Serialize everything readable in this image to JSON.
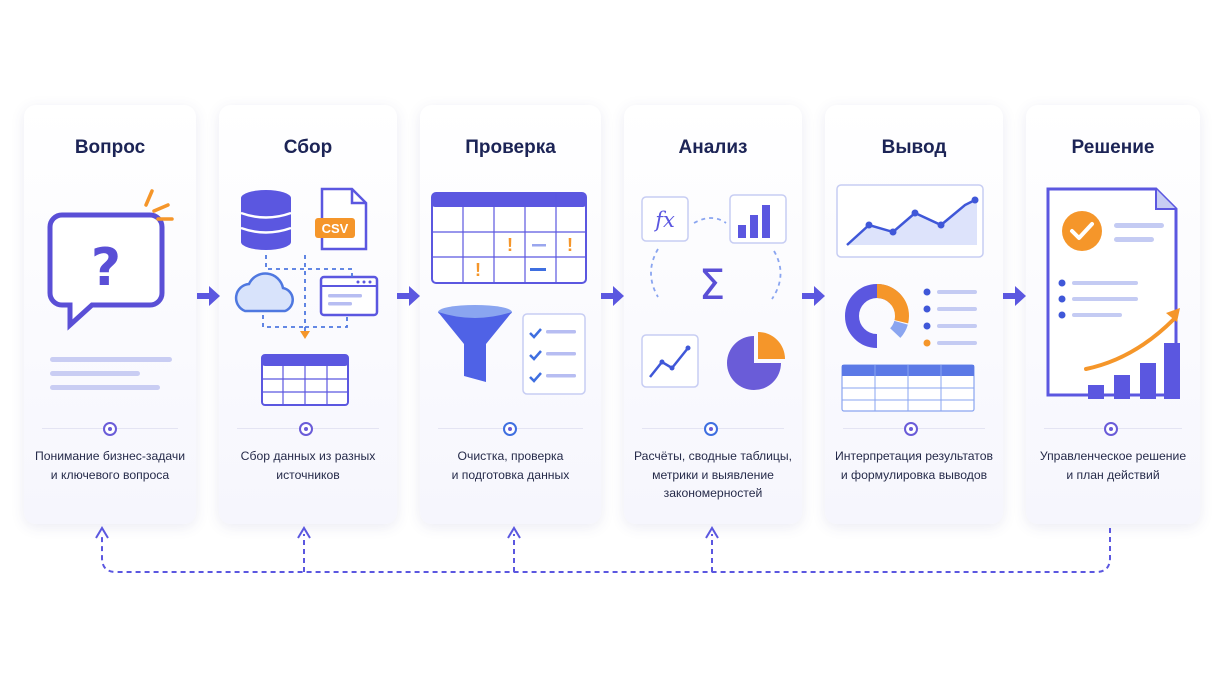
{
  "steps": [
    {
      "title": "Вопрос",
      "desc": [
        "Понимание бизнес-задачи",
        "и ключевого вопроса"
      ]
    },
    {
      "title": "Сбор",
      "desc": [
        "Сбор данных из разных",
        "источников"
      ]
    },
    {
      "title": "Проверка",
      "desc": [
        "Очистка, проверка",
        "и подготовка данных"
      ]
    },
    {
      "title": "Анализ",
      "desc": [
        "Расчёты, сводные таблицы,",
        "метрики и выявление",
        "закономерностей"
      ]
    },
    {
      "title": "Вывод",
      "desc": [
        "Интерпретация результатов",
        "и формулировка выводов"
      ]
    },
    {
      "title": "Решение",
      "desc": [
        "Управленческое решение",
        "и план действий"
      ]
    }
  ],
  "labels": {
    "csv": "CSV",
    "fx": "fx",
    "sigma": "Σ",
    "question_mark": "?"
  },
  "icons": [
    "question-bubble-icon",
    "database-icon",
    "csv-file-icon",
    "cloud-icon",
    "browser-window-icon",
    "table-icon",
    "spreadsheet-warning-icon",
    "funnel-icon",
    "checklist-icon",
    "function-icon",
    "bar-chart-icon",
    "sigma-icon",
    "line-chart-icon",
    "pie-chart-icon",
    "donut-chart-icon",
    "report-document-icon",
    "checkmark-icon",
    "growth-arrow-icon",
    "loop-arrow-icon"
  ],
  "colors": {
    "primary": "#5b57e0",
    "accent_orange": "#f5962a",
    "title": "#1c2456",
    "light_blue": "#dde3fb"
  }
}
